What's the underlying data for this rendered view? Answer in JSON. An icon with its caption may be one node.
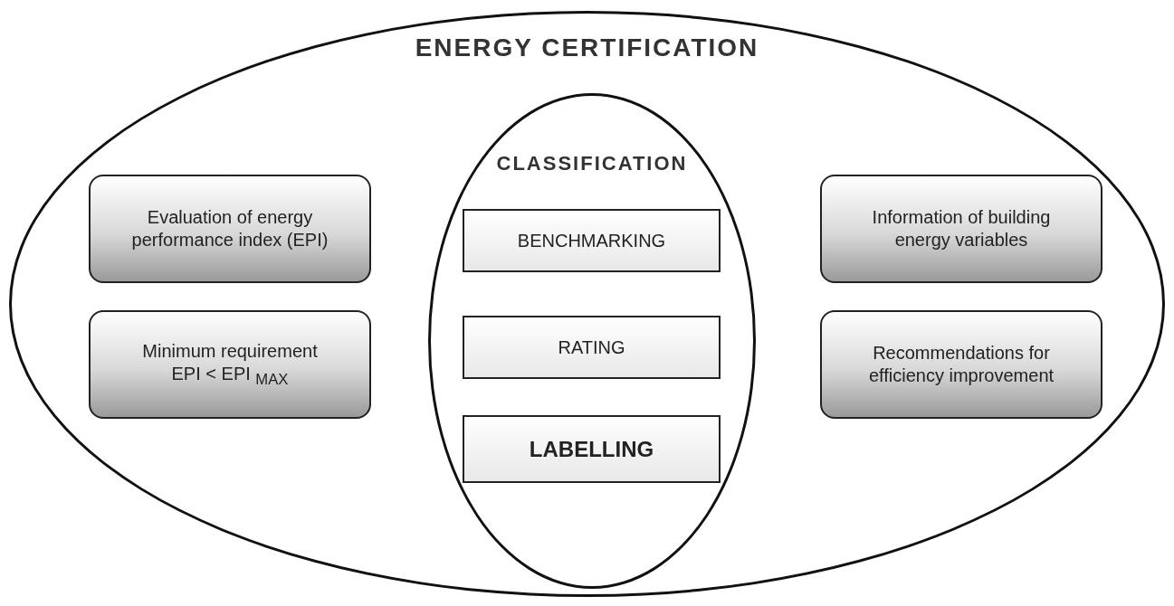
{
  "diagram": {
    "nodes": [
      {
        "text": [
          "ENERGY CERTIFICATION"
        ]
      },
      {
        "text": [
          "Evaluation of energy performance index (EPI)"
        ],
        "in": 0
      },
      {
        "text": [
          "Minimum requirement EPI < EPI $_{MAX}$"
        ],
        "in": 0
      },
      {
        "text": [
          "CLASSIFICATION"
        ],
        "in": 0
      },
      {
        "text": [
          "BENCHMARKING"
        ],
        "in": 3
      },
      {
        "text": [
          "RATING"
        ],
        "in": 3
      },
      {
        "text": [
          "LABELLING"
        ],
        "in": 3
      },
      {
        "text": [
          "Information of building energy variables"
        ],
        "in": 0
      },
      {
        "text": [
          "Recommendations for efficiency improvement"
        ],
        "in": 0
      }
    ]
  }
}
